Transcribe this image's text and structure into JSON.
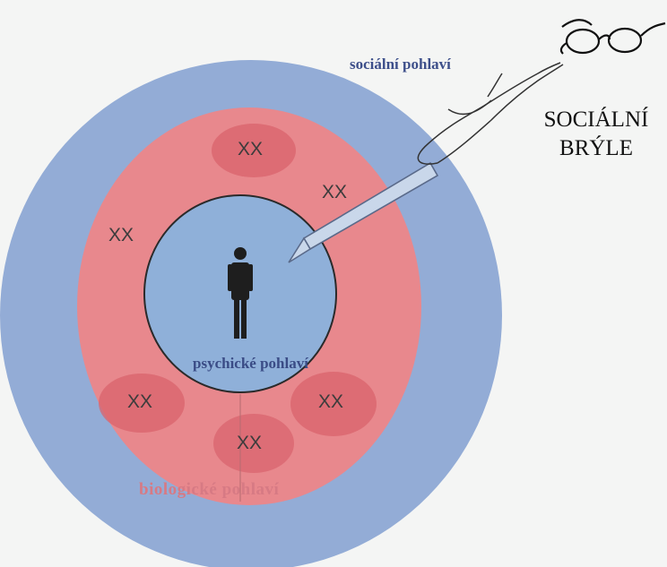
{
  "labels": {
    "social_gender": "sociální pohlaví",
    "psychic_gender": "psychické pohlaví",
    "biological_gender": "biologické pohlaví",
    "glasses_line1": "SOCIÁLNÍ",
    "glasses_line2": "BRÝLE"
  },
  "chromosomes": {
    "xx_top": "XX",
    "xx_upper_right": "XX",
    "xx_left": "XX",
    "xx_lower_left": "XX",
    "xx_lower_right": "XX",
    "xx_bottom": "XX"
  },
  "colors": {
    "outer_circle": "#93acd6",
    "inner_ring": "#e8888d",
    "core_circle": "#8fb0d9",
    "blob": "#d9636c",
    "person": "#1e1e1e",
    "background": "#f4f5f4"
  },
  "icons": {
    "person": "person-icon",
    "glasses": "glasses-icon",
    "arrow": "arrow-icon"
  }
}
